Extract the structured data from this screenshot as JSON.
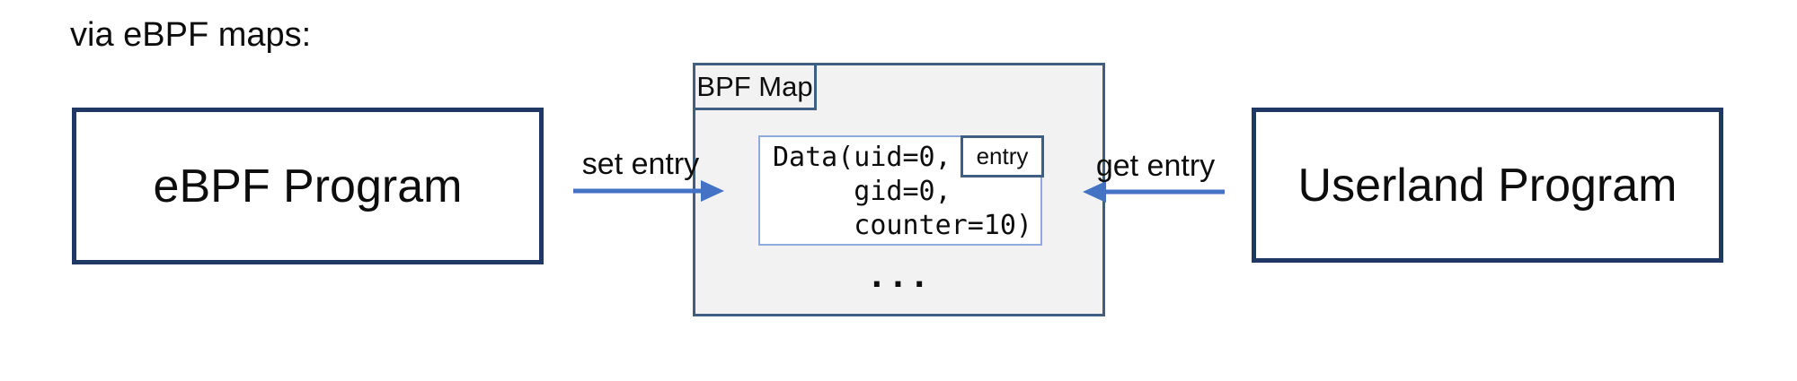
{
  "title": "via eBPF maps:",
  "left_box": {
    "label": "eBPF Program"
  },
  "right_box": {
    "label": "Userland Program"
  },
  "map": {
    "tab_label": "BPF Map",
    "entry_badge": "entry",
    "code_lines": {
      "0": "Data(uid=0,",
      "1": "     gid=0,",
      "2": "     counter=10)"
    },
    "ellipsis": "..."
  },
  "arrows": {
    "set": {
      "label": "set entry",
      "direction": "right"
    },
    "get": {
      "label": "get entry",
      "direction": "left"
    }
  },
  "colors": {
    "arrow_blue": "#4472C4",
    "program_box_border": "#1F3864",
    "map_border": "#405D82",
    "entry_record_border": "#8FAADC",
    "map_fill": "#F2F2F3",
    "text": "#0d0d0d"
  }
}
